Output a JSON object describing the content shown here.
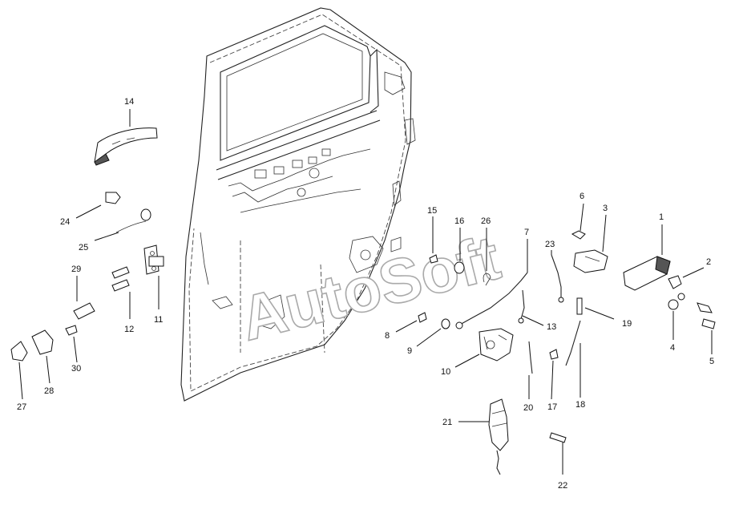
{
  "watermark": "AutoSoft",
  "callouts": {
    "c1": "1",
    "c2": "2",
    "c3": "3",
    "c4": "4",
    "c5": "5",
    "c6": "6",
    "c7": "7",
    "c8": "8",
    "c9": "9",
    "c10": "10",
    "c11": "11",
    "c12": "12",
    "c13": "13",
    "c14": "14",
    "c15": "15",
    "c16": "16",
    "c17": "17",
    "c18": "18",
    "c19": "19",
    "c20": "20",
    "c21": "21",
    "c22": "22",
    "c23": "23",
    "c24": "24",
    "c25": "25",
    "c26": "26",
    "c27": "27",
    "c28": "28",
    "c29": "29",
    "c30": "30"
  }
}
